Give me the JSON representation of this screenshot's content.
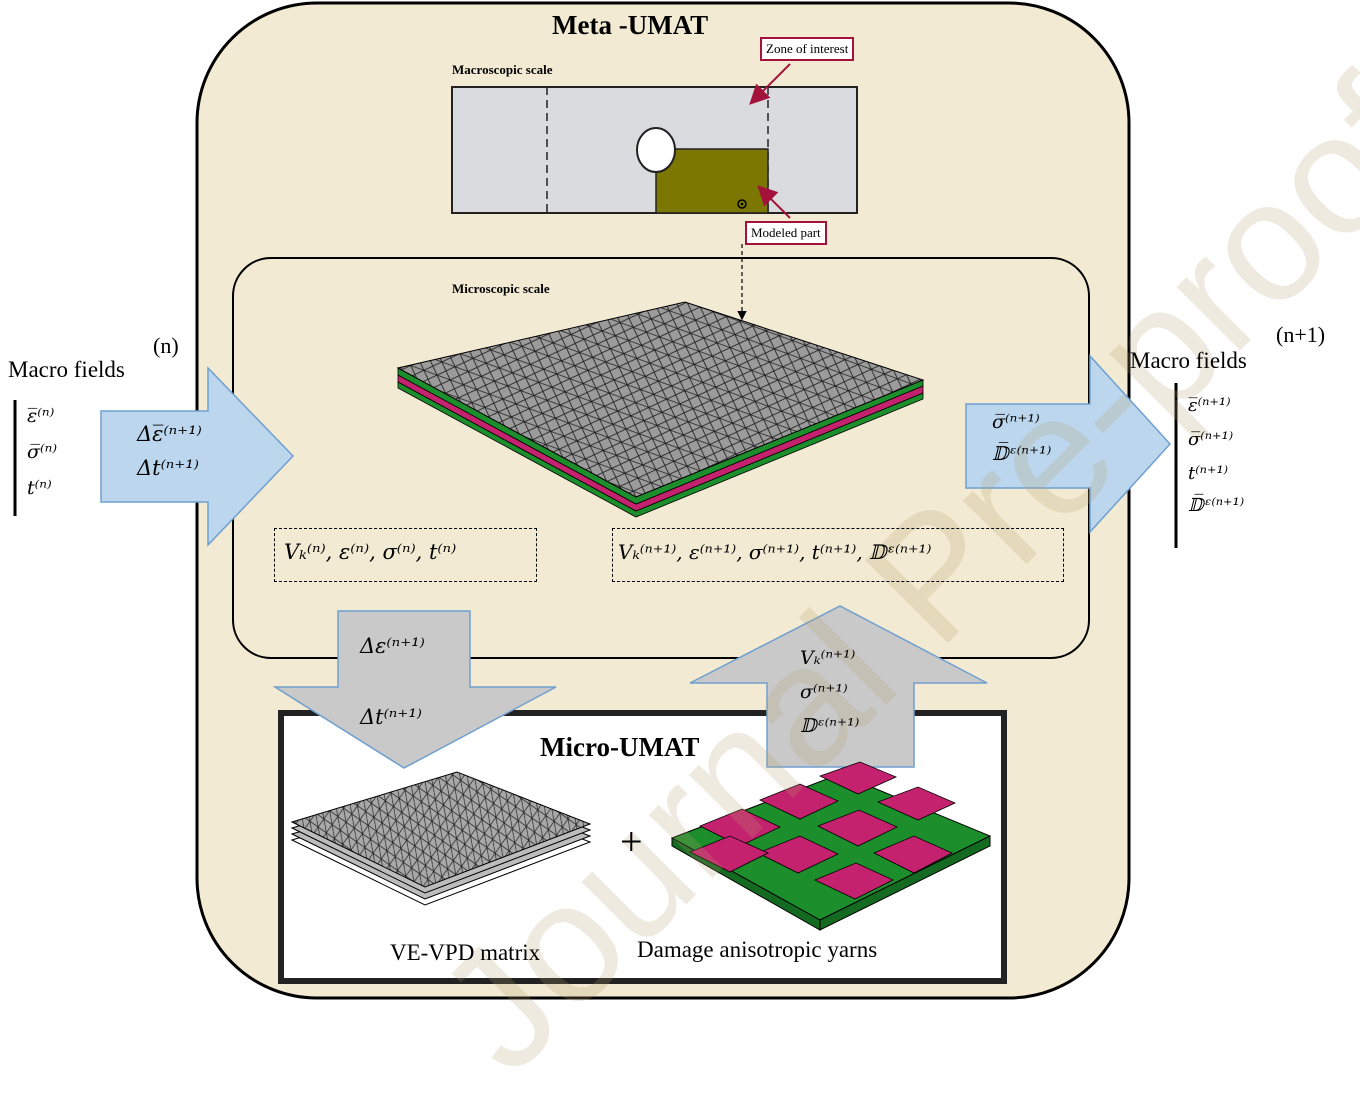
{
  "title": "Meta -UMAT",
  "macro_scale": {
    "label": "Macroscopic scale",
    "zone_label": "Zone of interest",
    "part_label": "Modeled part"
  },
  "micro_scale": {
    "label": "Microscopic scale",
    "state_n": "Vₖ⁽ⁿ⁾, ε⁽ⁿ⁾, σ⁽ⁿ⁾, t⁽ⁿ⁾",
    "state_n1": "Vₖ⁽ⁿ⁺¹⁾, ε⁽ⁿ⁺¹⁾, σ⁽ⁿ⁺¹⁾, t⁽ⁿ⁺¹⁾, 𝔻ᵋ⁽ⁿ⁺¹⁾"
  },
  "left": {
    "heading": "Macro fields",
    "superscript": "(n)",
    "fields": [
      "ε̅⁽ⁿ⁾",
      "σ̅⁽ⁿ⁾",
      "t⁽ⁿ⁾"
    ],
    "arrow_lines": [
      "Δε̅⁽ⁿ⁺¹⁾",
      "Δt⁽ⁿ⁺¹⁾"
    ]
  },
  "right": {
    "heading": "Macro fields",
    "superscript": "(n+1)",
    "fields": [
      "ε̅⁽ⁿ⁺¹⁾",
      "σ̅⁽ⁿ⁺¹⁾",
      "t⁽ⁿ⁺¹⁾",
      "𝔻̅ᵋ⁽ⁿ⁺¹⁾"
    ],
    "arrow_lines": [
      "σ̅⁽ⁿ⁺¹⁾",
      "𝔻̅ᵋ⁽ⁿ⁺¹⁾"
    ]
  },
  "down_arrow": [
    "Δε⁽ⁿ⁺¹⁾",
    "Δt⁽ⁿ⁺¹⁾"
  ],
  "up_arrow": [
    "Vₖ⁽ⁿ⁺¹⁾",
    "σ⁽ⁿ⁺¹⁾",
    "𝔻ᵋ⁽ⁿ⁺¹⁾"
  ],
  "micro_umat": {
    "title": "Micro-UMAT",
    "plus": "+",
    "matrix_label": "VE-VPD matrix",
    "yarns_label": "Damage anisotropic yarns"
  },
  "colors": {
    "panel_fill": "#f3ead3",
    "arrow_blue": "#bcd6ee",
    "arrow_grey": "#c9c9c9",
    "specimen": "#d9dbde",
    "modeled_part": "#7b7700",
    "tag_border": "#a3123a",
    "green_layer": "#1c8e2c",
    "magenta_layer": "#c4226e"
  }
}
